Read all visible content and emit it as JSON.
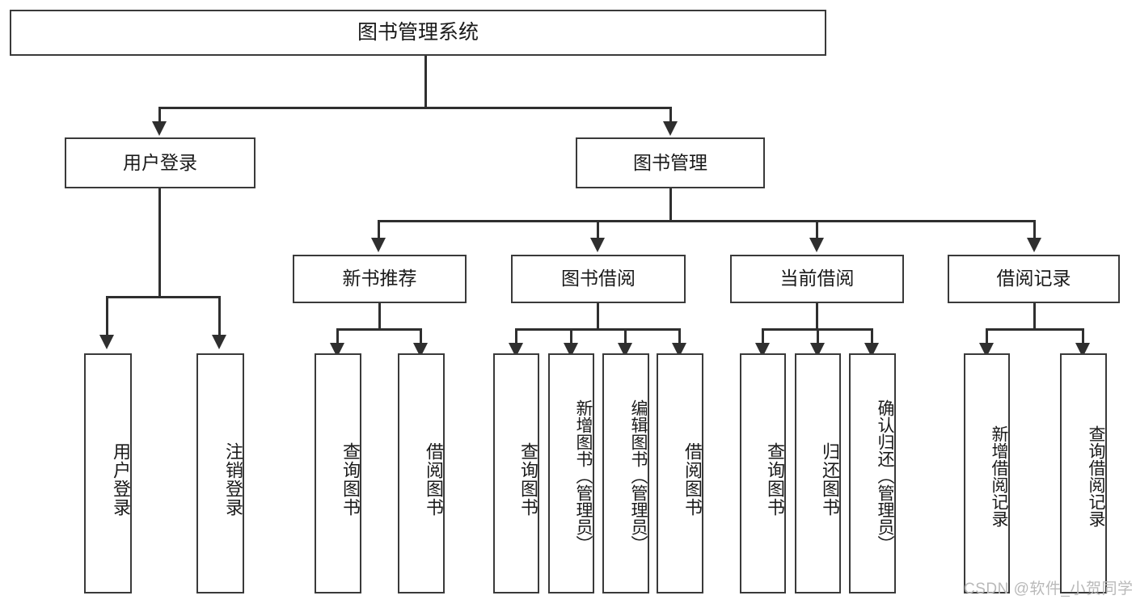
{
  "diagram": {
    "title": "图书管理系统",
    "type": "tree-hierarchy",
    "root": {
      "label": "图书管理系统",
      "children": [
        {
          "label": "用户登录",
          "children": [
            {
              "label": "用户登录"
            },
            {
              "label": "注销登录"
            }
          ]
        },
        {
          "label": "图书管理",
          "children": [
            {
              "label": "新书推荐",
              "children": [
                {
                  "label": "查询图书"
                },
                {
                  "label": "借阅图书"
                }
              ]
            },
            {
              "label": "图书借阅",
              "children": [
                {
                  "label": "查询图书"
                },
                {
                  "label": "新增图书（管理员）"
                },
                {
                  "label": "编辑图书（管理员）"
                },
                {
                  "label": "借阅图书"
                }
              ]
            },
            {
              "label": "当前借阅",
              "children": [
                {
                  "label": "查询图书"
                },
                {
                  "label": "归还图书"
                },
                {
                  "label": "确认归还（管理员）"
                }
              ]
            },
            {
              "label": "借阅记录",
              "children": [
                {
                  "label": "新增借阅记录"
                },
                {
                  "label": "查询借阅记录"
                }
              ]
            }
          ]
        }
      ]
    }
  },
  "nodes": {
    "root": "图书管理系统",
    "user_login": "用户登录",
    "book_manage": "图书管理",
    "new_book_rec": "新书推荐",
    "book_borrow": "图书借阅",
    "current_borrow": "当前借阅",
    "borrow_record": "借阅记录",
    "leaf_user_login": "用户登录",
    "leaf_logout": "注销登录",
    "leaf_query_book_1": "查询图书",
    "leaf_borrow_book_1": "借阅图书",
    "leaf_query_book_2": "查询图书",
    "leaf_add_book": "新增图书（管理员）",
    "leaf_edit_book": "编辑图书（管理员）",
    "leaf_borrow_book_2": "借阅图书",
    "leaf_query_book_3": "查询图书",
    "leaf_return_book": "归还图书",
    "leaf_confirm_return": "确认归还（管理员）",
    "leaf_add_record": "新增借阅记录",
    "leaf_query_record": "查询借阅记录"
  },
  "watermark": {
    "text": "CSDN @软件_小贺同学"
  },
  "colors": {
    "border": "#3a3a3a",
    "line": "#2f2f2f",
    "text": "#1a1a1a",
    "background": "#ffffff",
    "watermark": "#b9b9b9"
  }
}
